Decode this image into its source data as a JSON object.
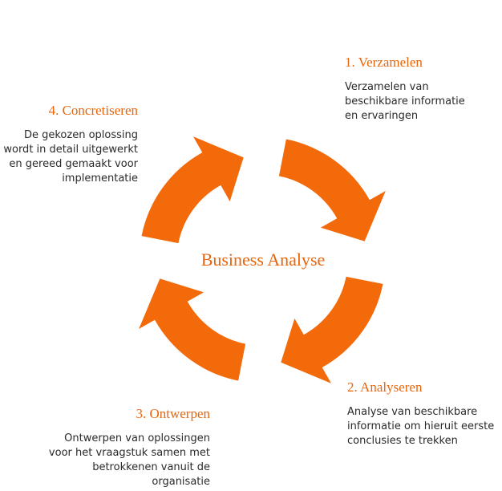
{
  "colors": {
    "accent": "#f26a0a",
    "title_text": "#e8650c",
    "body_text": "#2a2a2a",
    "separator": "#ffffff"
  },
  "diagram": {
    "center_label": "Business Analyse",
    "steps": [
      {
        "title": "1. Verzamelen",
        "lines": [
          "Verzamelen van",
          "beschikbare informatie",
          "en ervaringen"
        ]
      },
      {
        "title": "2. Analyseren",
        "lines": [
          "Analyse van beschikbare",
          "informatie om hieruit eerste",
          "conclusies te trekken"
        ]
      },
      {
        "title": "3. Ontwerpen",
        "lines": [
          "Ontwerpen van oplossingen",
          "voor het vraagstuk samen met",
          "betrokkenen vanuit de",
          "organisatie"
        ]
      },
      {
        "title": "4. Concretiseren",
        "lines": [
          "De gekozen oplossing",
          "wordt in detail uitgewerkt",
          "en gereed gemaakt voor",
          "implementatie"
        ]
      }
    ]
  }
}
